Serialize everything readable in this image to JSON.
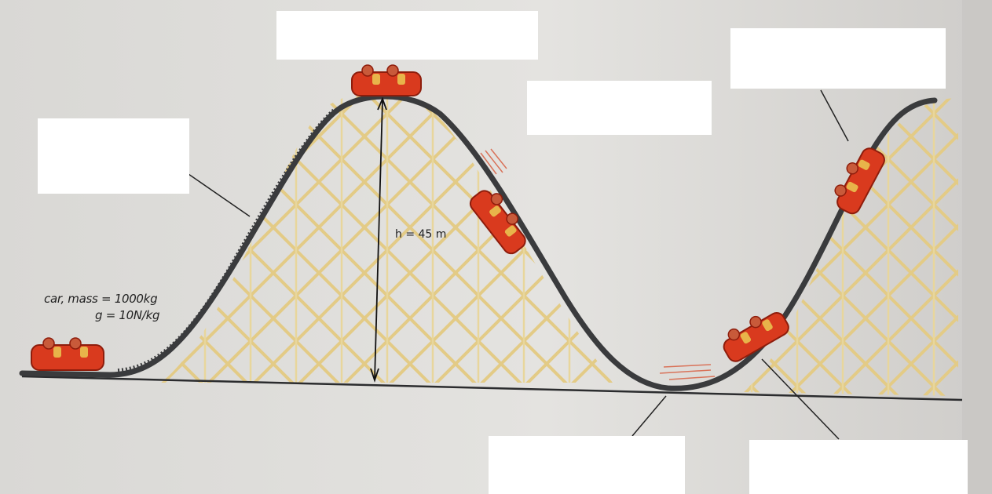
{
  "figure": {
    "height_label": "h = 45 m",
    "car_mass_label": "car, mass = 1000kg",
    "gravity_label": "g = 10N/kg"
  },
  "colors": {
    "paper": "#dcdbd8",
    "track": "#3a3b3d",
    "scaffold": "#e6cf8c",
    "car": "#d93a1e",
    "rider": "#c85a3a"
  },
  "label_boxes": [
    "",
    "",
    "",
    "",
    "",
    ""
  ]
}
